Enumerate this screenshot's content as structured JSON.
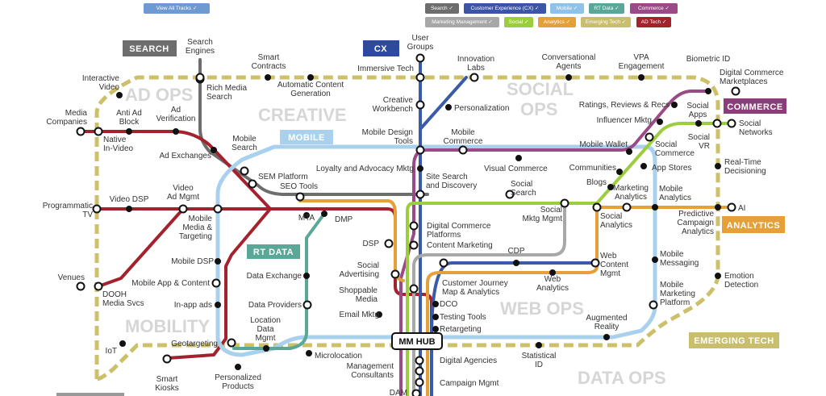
{
  "view_all_button": "View All Tracks ✓",
  "filters": [
    {
      "label": "Search ✓",
      "color": "#6d6d6d"
    },
    {
      "label": "Customer Experience (CX) ✓",
      "color": "#3b54a5"
    },
    {
      "label": "Mobile ✓",
      "color": "#8fc2e8"
    },
    {
      "label": "RT Data ✓",
      "color": "#5aa697"
    },
    {
      "label": "Commerce ✓",
      "color": "#9a4a86"
    },
    {
      "label": "Marketing Management ✓",
      "color": "#a7a7a7"
    },
    {
      "label": "Social ✓",
      "color": "#9ccd3c"
    },
    {
      "label": "Analytics ✓",
      "color": "#e5a03a"
    },
    {
      "label": "Emerging Tech ✓",
      "color": "#c8be6c"
    },
    {
      "label": "AD Tech ✓",
      "color": "#a3222e"
    }
  ],
  "colors": {
    "search": "#6d6d6d",
    "cx": "#3b5aa8",
    "mobile": "#a9d1ee",
    "rtdata": "#5aa697",
    "commerce": "#9a4a86",
    "mktmgmt": "#a8a8a8",
    "social": "#9ccd3c",
    "analytics": "#e5a03a",
    "emerging": "#cdc06a",
    "adtech": "#a3222e",
    "viewall": "#6e9ad1"
  },
  "track_tags": {
    "search": "SEARCH",
    "cx": "CX",
    "mobile": "MOBILE",
    "rtdata": "RT DATA",
    "commerce": "COMMERCE",
    "analytics": "ANALYTICS",
    "emerging": "EMERGING TECH"
  },
  "zones": {
    "adops": "AD OPS",
    "creative": "CREATIVE",
    "socialops1": "SOCIAL",
    "socialops2": "OPS",
    "mobility": "MOBILITY",
    "webops": "WEB OPS",
    "dataops": "DATA OPS"
  },
  "hub": "MM HUB",
  "stations": {
    "search_engines": [
      "Search",
      "Engines"
    ],
    "rich_media_search": [
      "Rich Media",
      "Search"
    ],
    "smart_contracts": [
      "Smart",
      "Contracts"
    ],
    "auto_content": [
      "Automatic Content",
      "Generation"
    ],
    "interactive_video": [
      "Interactive",
      "Video"
    ],
    "media_companies": [
      "Media",
      "Companies"
    ],
    "anti_ad_block": [
      "Anti Ad",
      "Block"
    ],
    "ad_verification": [
      "Ad",
      "Verification"
    ],
    "native_invideo": [
      "Native",
      "In-Video"
    ],
    "ad_exchanges": "Ad Exchanges",
    "mobile_search": [
      "Mobile",
      "Search"
    ],
    "sem_platform": "SEM Platform",
    "seo_tools": "SEO Tools",
    "user_groups": [
      "User",
      "Groups"
    ],
    "immersive_tech": "Immersive Tech",
    "innovation_labs": [
      "Innovation",
      "Labs"
    ],
    "creative_workbench": [
      "Creative",
      "Workbench"
    ],
    "personalization": "Personalization",
    "mobile_design_tools": [
      "Mobile Design",
      "Tools"
    ],
    "mobile_commerce": [
      "Mobile",
      "Commerce"
    ],
    "loyalty": "Loyalty and Advocacy Mktg",
    "site_search": [
      "Site Search",
      "and Discovery"
    ],
    "visual_commerce": "Visual Commerce",
    "social_search": [
      "Social",
      "Search"
    ],
    "conversational_agents": [
      "Conversational",
      "Agents"
    ],
    "vpa_engagement": [
      "VPA",
      "Engagement"
    ],
    "biometric_id": "Biometric ID",
    "digital_commerce_marketplaces": [
      "Digital Commerce",
      "Marketplaces"
    ],
    "ratings_reviews": "Ratings, Reviews & Recs",
    "social_apps": [
      "Social",
      "Apps"
    ],
    "influencer_mktg": "Influencer Mktg",
    "social_networks": [
      "Social",
      "Networks"
    ],
    "social_vr": [
      "Social",
      "VR"
    ],
    "mobile_wallet": "Mobile Wallet",
    "social_commerce": [
      "Social",
      "Commerce"
    ],
    "communities": "Communities",
    "app_stores": "App Stores",
    "real_time_decisioning": [
      "Real-Time",
      "Decisioning"
    ],
    "blogs": "Blogs",
    "marketing_analytics": [
      "Marketing",
      "Analytics"
    ],
    "mobile_analytics": [
      "Mobile",
      "Analytics"
    ],
    "ai": "AI",
    "predictive_campaign": [
      "Predictive",
      "Campaign",
      "Analytics"
    ],
    "programmatic_tv": [
      "Programmatic",
      "TV"
    ],
    "video_dsp": "Video DSP",
    "video_ad_mgmt": [
      "Video",
      "Ad Mgmt"
    ],
    "mobile_media_targeting": [
      "Mobile",
      "Media &",
      "Targeting"
    ],
    "mta": "MTA",
    "dmp": "DMP",
    "social_mktg_mgmt": [
      "Social",
      "Mktg Mgmt"
    ],
    "social_analytics": [
      "Social",
      "Analytics"
    ],
    "digital_commerce_platforms": [
      "Digital Commerce",
      "Platforms"
    ],
    "content_marketing": "Content Marketing",
    "dsp": "DSP",
    "cdp": "CDP",
    "web_content_mgmt": [
      "Web",
      "Content",
      "Mgmt"
    ],
    "mobile_messaging": [
      "Mobile",
      "Messaging"
    ],
    "mobile_dsp": "Mobile DSP",
    "data_exchange": "Data Exchange",
    "social_advertising": [
      "Social",
      "Advertising"
    ],
    "customer_journey": [
      "Customer Journey",
      "Map & Analytics"
    ],
    "web_analytics": [
      "Web",
      "Analytics"
    ],
    "venues": "Venues",
    "mobile_app_content": "Mobile App & Content",
    "dooh": [
      "DOOH",
      "Media Svcs"
    ],
    "shoppable_media": [
      "Shoppable",
      "Media"
    ],
    "dco": "DCO",
    "email_mktg": "Email Mktg",
    "testing_tools": "Testing Tools",
    "emotion_detection": [
      "Emotion",
      "Detection"
    ],
    "mobile_marketing_platform": [
      "Mobile",
      "Marketing",
      "Platform"
    ],
    "inapp_ads": "In-app ads",
    "data_providers": "Data Providers",
    "retargeting": "Retargeting",
    "location_data_mgmt": [
      "Location",
      "Data",
      "Mgmt"
    ],
    "augmented_reality": [
      "Augmented",
      "Reality"
    ],
    "geotargeting": "Geotargeting",
    "microlocation": "Microlocation",
    "iot": "IoT",
    "digital_agencies": "Digital Agencies",
    "statistical_id": [
      "Statistical",
      "ID"
    ],
    "management_consultants": [
      "Management",
      "Consultants"
    ],
    "campaign_mgmt": "Campaign Mgmt",
    "smart_kiosks": [
      "Smart",
      "Kiosks"
    ],
    "personalized_products": [
      "Personalized",
      "Products"
    ],
    "dam": "DAM"
  }
}
